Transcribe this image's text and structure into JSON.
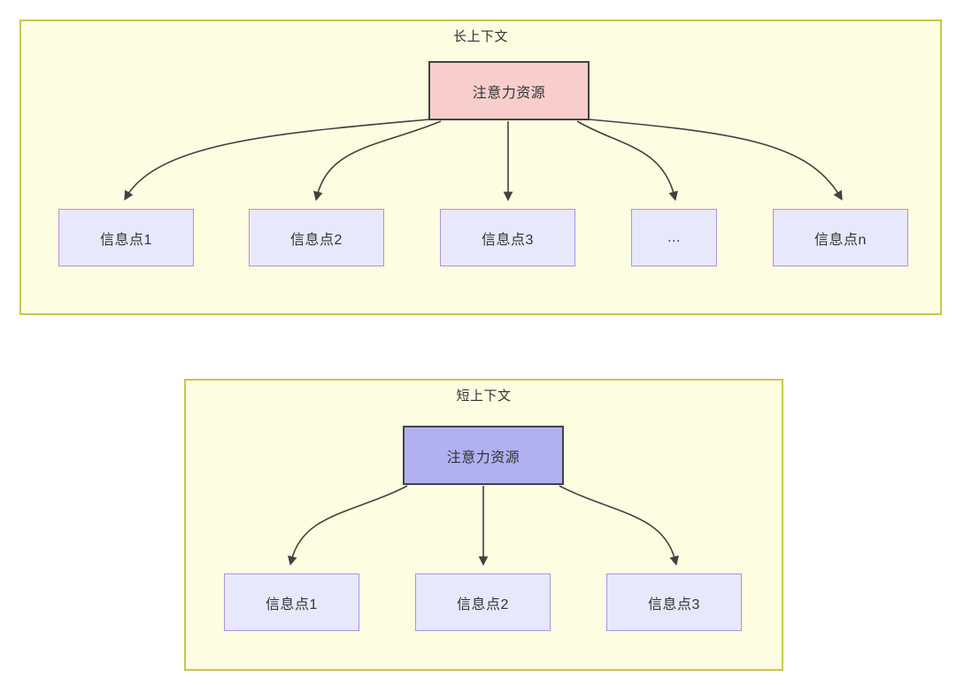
{
  "colors": {
    "frame_fill": "#fdfde1",
    "frame_border": "#c8c84b",
    "root_long_fill": "#f8cecc",
    "root_short_fill": "#b1b1f2",
    "leaf_fill": "#e8e8fc",
    "leaf_border": "#b290e0",
    "edge_stroke": "#43413f",
    "text": "#333333"
  },
  "diagrams": [
    {
      "id": "long-context",
      "title": "长上下文",
      "root": {
        "label": "注意力资源"
      },
      "leaves": [
        {
          "label": "信息点1"
        },
        {
          "label": "信息点2"
        },
        {
          "label": "信息点3"
        },
        {
          "label": "..."
        },
        {
          "label": "信息点n"
        }
      ]
    },
    {
      "id": "short-context",
      "title": "短上下文",
      "root": {
        "label": "注意力资源"
      },
      "leaves": [
        {
          "label": "信息点1"
        },
        {
          "label": "信息点2"
        },
        {
          "label": "信息点3"
        }
      ]
    }
  ]
}
